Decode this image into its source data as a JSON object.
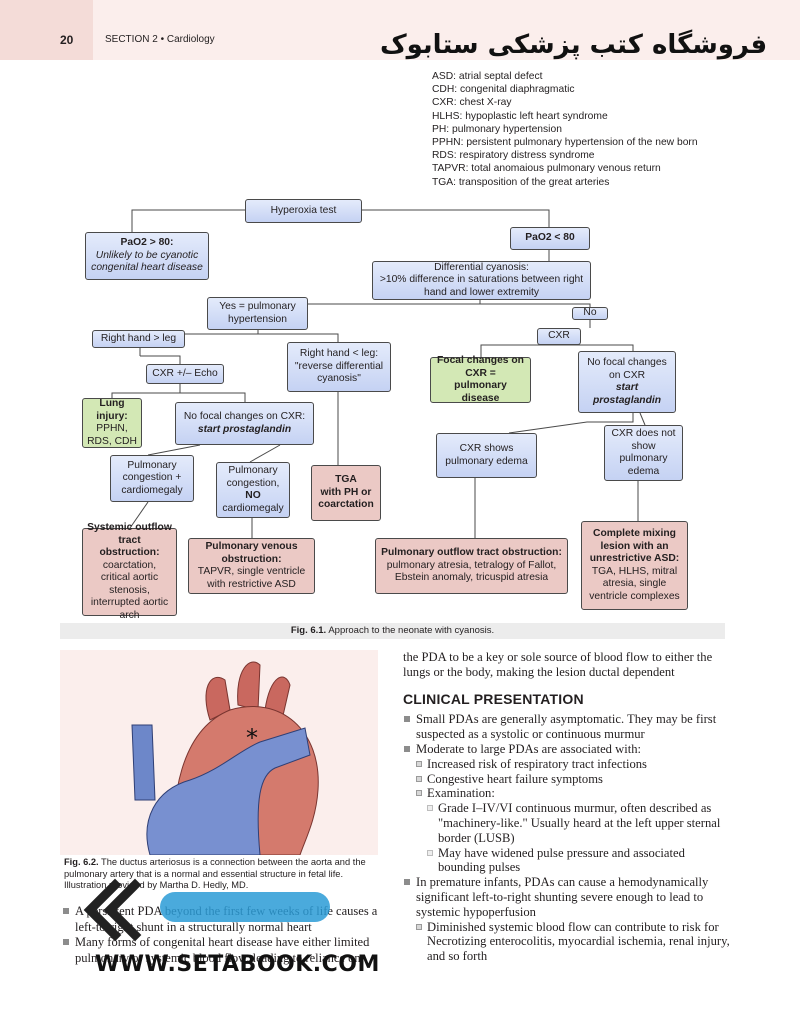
{
  "header": {
    "page_number": "20",
    "section": "SECTION 2 • Cardiology",
    "brand_text": "فروشگاه کتب پزشکی ستابوک"
  },
  "abbreviations": [
    "ASD: atrial septal defect",
    "CDH: congenital diaphragmatic",
    "CXR: chest X-ray",
    "HLHS: hypoplastic left heart syndrome",
    "PH: pulmonary hypertension",
    "PPHN: persistent pulmonary hypertension of the new born",
    "RDS: respiratory distress syndrome",
    "TAPVR: total anomaious pulmonary venous return",
    "TGA: transposition of the great arteries"
  ],
  "flowchart": {
    "hyperoxia": "Hyperoxia test",
    "pao2_high_title": "PaO2 > 80:",
    "pao2_high_text": "Unlikely to be cyanotic congenital heart disease",
    "pao2_low": "PaO2 < 80",
    "diff_cyanosis_l1": "Differential cyanosis:",
    "diff_cyanosis_l2": ">10% difference in saturations between right hand and lower extremity",
    "yes_ph": "Yes = pulmonary hypertension",
    "no": "No",
    "right_gt_leg": "Right hand > leg",
    "right_lt_leg_l1": "Right hand < leg:",
    "right_lt_leg_l2": "\"reverse differential cyanosis\"",
    "cxr": "CXR",
    "cxr_echo": "CXR +/– Echo",
    "focal_changes_l1": "Focal changes on",
    "focal_changes_l2": "CXR =",
    "focal_changes_l3": "pulmonary disease",
    "no_focal_right_l1": "No focal changes on CXR",
    "no_focal_right_l2": "start prostaglandin",
    "lung_injury_l1": "Lung injury:",
    "lung_injury_l2": "PPHN, RDS, CDH",
    "no_focal_mid_l1": "No focal changes on CXR:",
    "no_focal_mid_l2": "start prostaglandin",
    "cxr_shows_edema": "CXR shows pulmonary edema",
    "cxr_no_edema": "CXR does not show pulmonary edema",
    "pulm_cong_cardio": "Pulmonary congestion + cardiomegaly",
    "pulm_cong_no_l1": "Pulmonary congestion,",
    "pulm_cong_no_l2": "NO",
    "pulm_cong_no_l3": "cardiomegaly",
    "tga_l1": "TGA",
    "tga_l2": "with PH or coarctation",
    "systemic_title": "Systemic outflow tract obstruction:",
    "systemic_text": "coarctation, critical aortic stenosis, interrupted aortic arch",
    "pvo_title": "Pulmonary venous obstruction:",
    "pvo_text": "TAPVR, single ventricle with restrictive ASD",
    "pot_title": "Pulmonary outflow tract obstruction:",
    "pot_text": "pulmonary atresia, tetralogy of Fallot, Ebstein anomaly, tricuspid atresia",
    "mix_title": "Complete mixing lesion with an unrestrictive ASD:",
    "mix_text": "TGA, HLHS, mitral atresia, single ventricle complexes",
    "colors": {
      "blue_node": "#c5d2f3",
      "green_node": "#d3e8b5",
      "red_node": "#ebc9c5",
      "line": "#4a4a4a"
    }
  },
  "fig1_caption_label": "Fig. 6.1.",
  "fig1_caption_text": "Approach to the neonate with cyanosis.",
  "fig2_caption_label": "Fig. 6.2.",
  "fig2_caption_text": "The ductus arteriosus is a connection between the aorta and the pulmonary artery that is a normal and essential structure in fetal life. Illustration provided by Martha D. Hedly, MD.",
  "fig2_marker": "*",
  "left_col": {
    "b1": "A persistent PDA beyond the first few weeks of life causes a left-to-right shunt in a structurally normal heart",
    "b2": "Many forms of congenital heart disease have either limited pulmonary or systemic blood flow, leading to reliance on"
  },
  "right_col": {
    "intro": "the PDA to be a key or sole source of blood flow to either the lungs or the body, making the lesion ductal dependent",
    "heading": "CLINICAL PRESENTATION",
    "items": [
      {
        "level": 1,
        "text": "Small PDAs are generally asymptomatic. They may be first suspected as a systolic or continuous murmur"
      },
      {
        "level": 1,
        "text": "Moderate to large PDAs are associated with:"
      },
      {
        "level": 2,
        "text": "Increased risk of respiratory tract infections"
      },
      {
        "level": 2,
        "text": "Congestive heart failure symptoms"
      },
      {
        "level": 2,
        "text": "Examination:"
      },
      {
        "level": 3,
        "text": "Grade I–IV/VI continuous murmur, often described as \"machinery-like.\" Usually heard at the left upper sternal border (LUSB)"
      },
      {
        "level": 3,
        "text": "May have widened pulse pressure and associated bounding pulses"
      },
      {
        "level": 1,
        "text": "In premature infants, PDAs can cause a hemodynamically significant left-to-right shunting severe enough to lead to systemic hypoperfusion"
      },
      {
        "level": 2,
        "text": "Diminished systemic blood flow can contribute to risk for Necrotizing enterocolitis, myocardial ischemia, renal injury, and so forth"
      }
    ]
  },
  "watermark_url": "WWW.SETABOOK.COM"
}
